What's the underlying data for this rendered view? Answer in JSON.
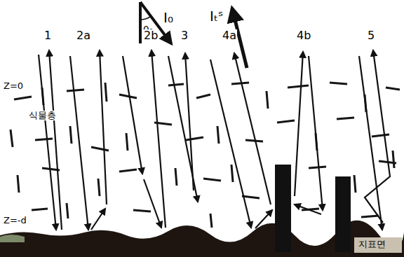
{
  "diagram": {
    "labels": [
      "I₀",
      "θ₀",
      "Iₜˢ",
      "1",
      "2a",
      "2b",
      "3",
      "4a",
      "4b",
      "5",
      "Z=0",
      "식물층",
      "Z=-d",
      "지표면"
    ]
  }
}
